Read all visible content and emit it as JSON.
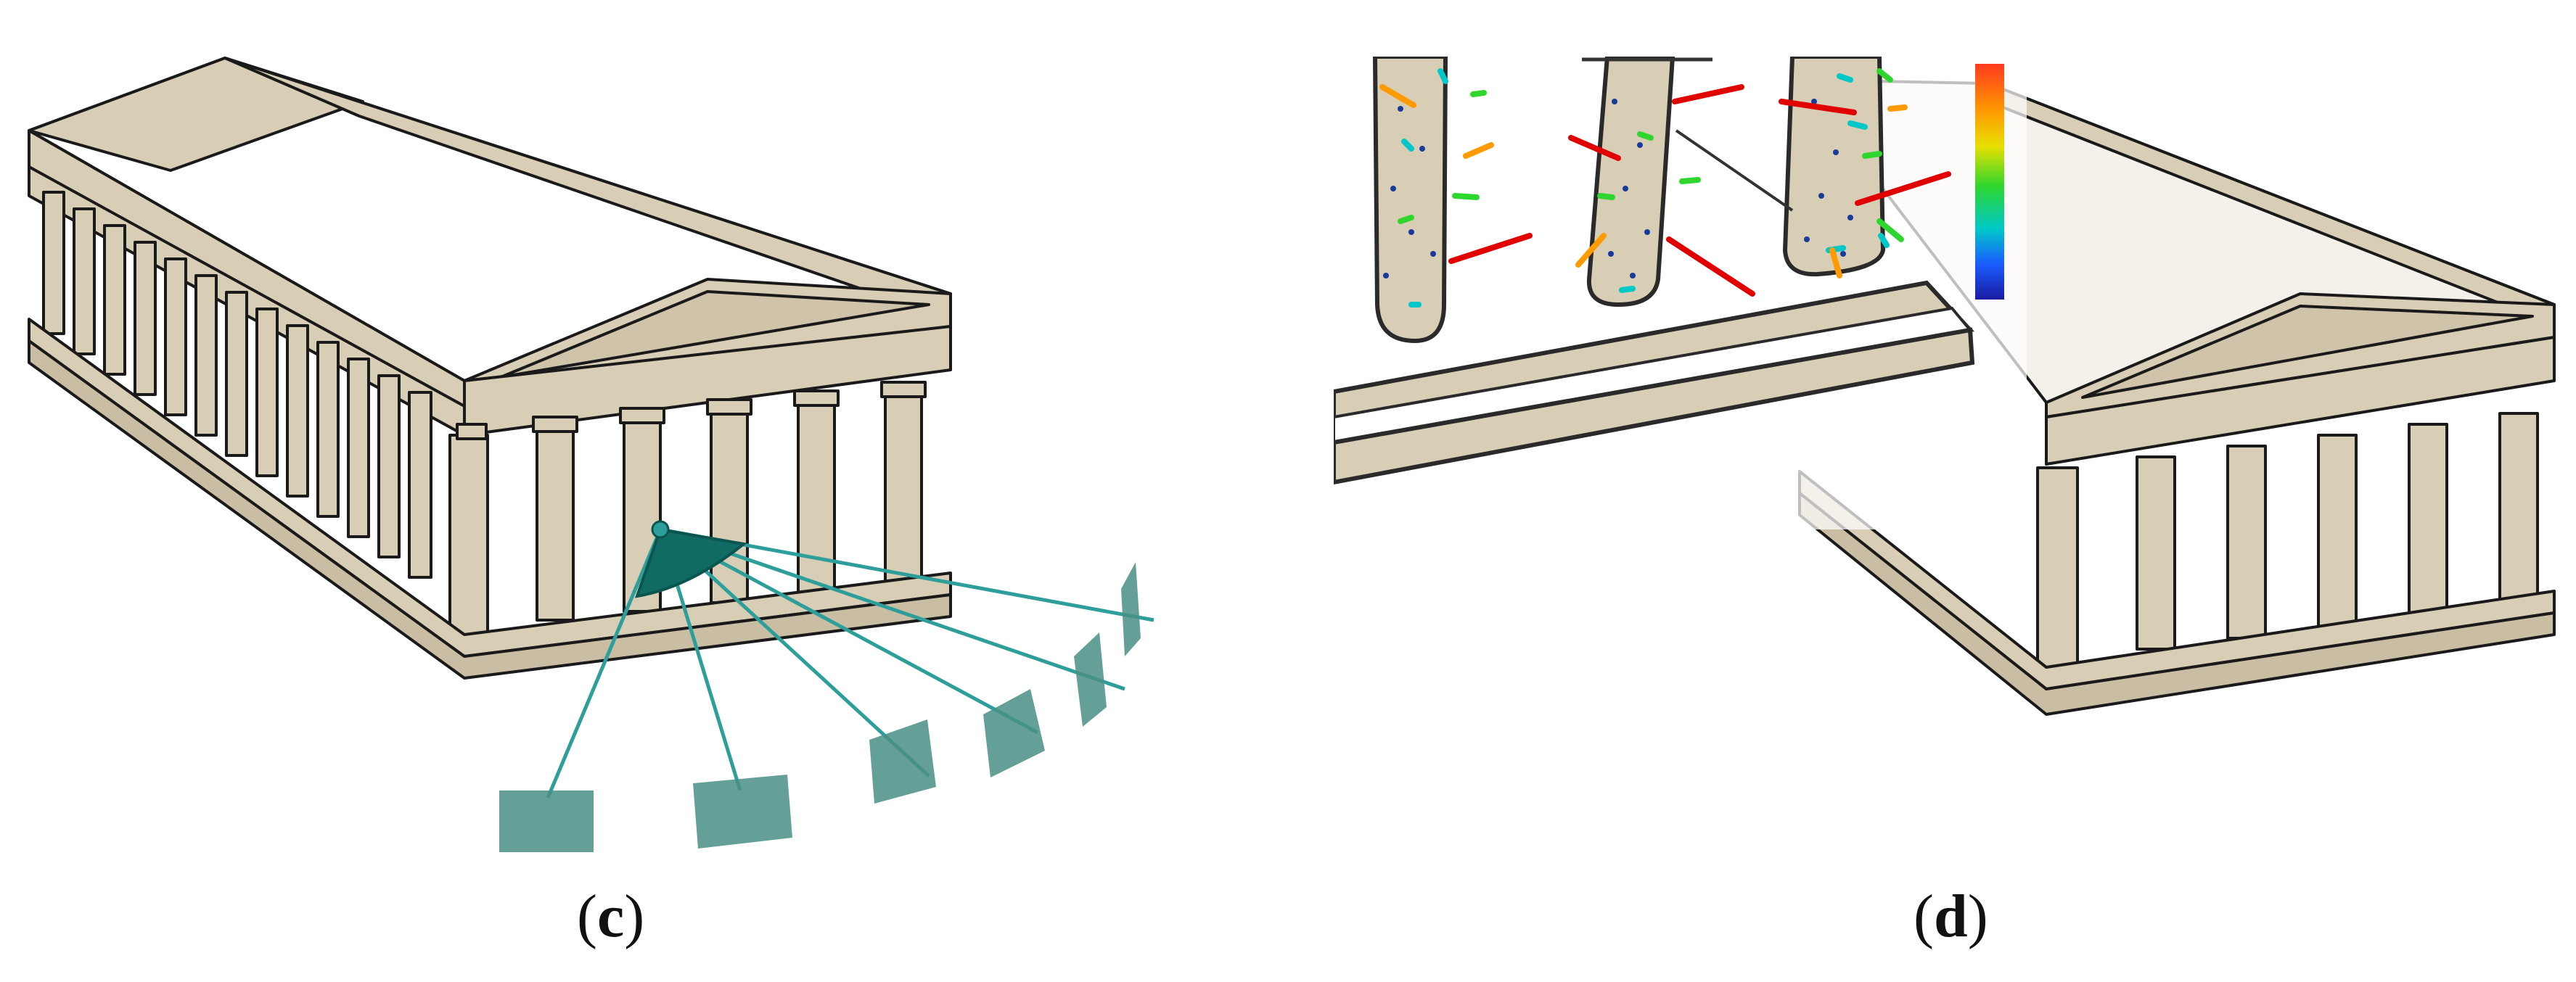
{
  "panels": [
    {
      "id": "c",
      "caption_letter": "c"
    },
    {
      "id": "d",
      "caption_letter": "d"
    }
  ],
  "colors": {
    "stone": "#d8cdb5",
    "stone_dark": "#b8ab91",
    "outline": "#1a1a1a",
    "camera_teal": "#2d9e9a",
    "frustum_fill": "#0f6b63",
    "image_plane": "#4a8f86",
    "colorbar": [
      "#ff3a1e",
      "#ff9a00",
      "#e8e000",
      "#2ed62e",
      "#00c8c8",
      "#1a5cff",
      "#1a1aa0"
    ]
  },
  "icons": {
    "temple": "temple-icon",
    "camera": "camera-icon"
  }
}
